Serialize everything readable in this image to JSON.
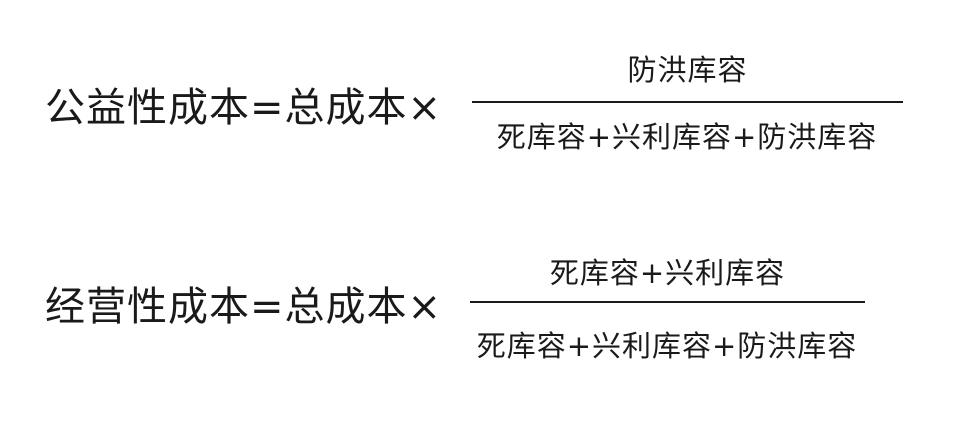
{
  "formulas": [
    {
      "lhs": "公益性成本=总成本×",
      "numerator": "防洪库容",
      "denominator": "死库容+兴利库容+防洪库容"
    },
    {
      "lhs": "经营性成本=总成本×",
      "numerator": "死库容+兴利库容",
      "denominator": "死库容+兴利库容+防洪库容"
    }
  ]
}
